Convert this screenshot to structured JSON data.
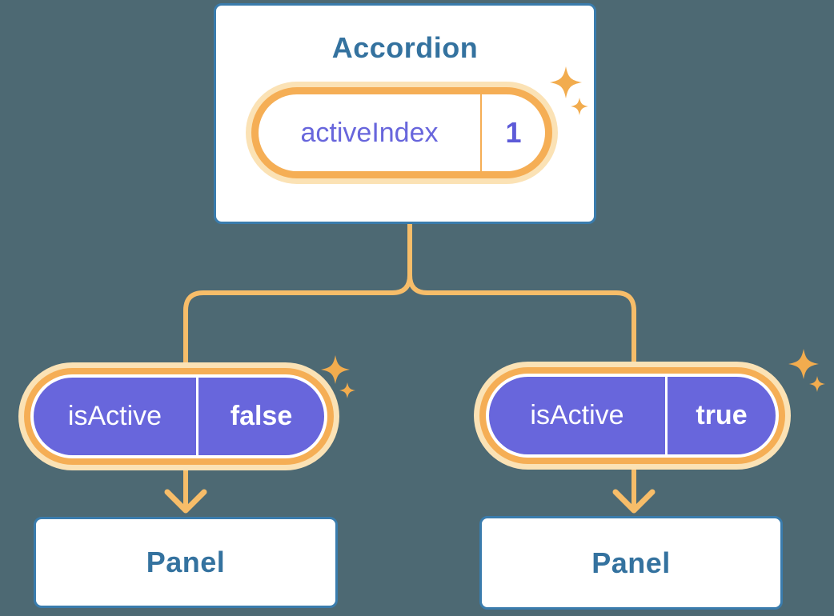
{
  "accordion": {
    "title": "Accordion",
    "state": {
      "label": "activeIndex",
      "value": "1"
    }
  },
  "left_child": {
    "prop": {
      "label": "isActive",
      "value": "false"
    },
    "panel_title": "Panel"
  },
  "right_child": {
    "prop": {
      "label": "isActive",
      "value": "true"
    },
    "panel_title": "Panel"
  },
  "colors": {
    "background": "#4D6973",
    "box_border_blue": "#3A7CAD",
    "heading_blue": "#34729F",
    "pill_orange": "#F5AE55",
    "pill_glow": "#FBE2B5",
    "connector_orange": "#F7BD69",
    "prop_purple": "#6866DC",
    "sparkle_orange": "#F2AC4E"
  },
  "icons": {
    "sparkle": "sparkle-icon"
  }
}
